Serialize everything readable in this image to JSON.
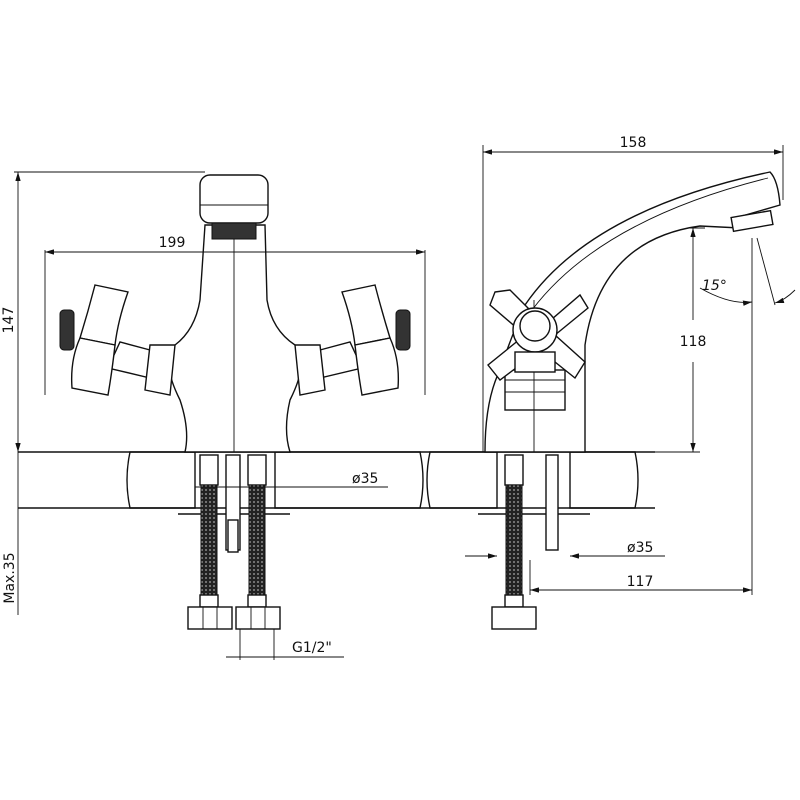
{
  "drawing": {
    "front_view": {
      "height_label": "147",
      "width_label": "199",
      "hole_diameter_label": "ø35",
      "max_thickness_label": "Max.35",
      "thread_label": "G1/2\""
    },
    "side_view": {
      "reach_label": "158",
      "spout_height_label": "118",
      "angle_label": "15°",
      "hole_diameter_label": "ø35",
      "offset_label": "117"
    },
    "colors": {
      "line": "#111111",
      "background": "#ffffff"
    }
  }
}
